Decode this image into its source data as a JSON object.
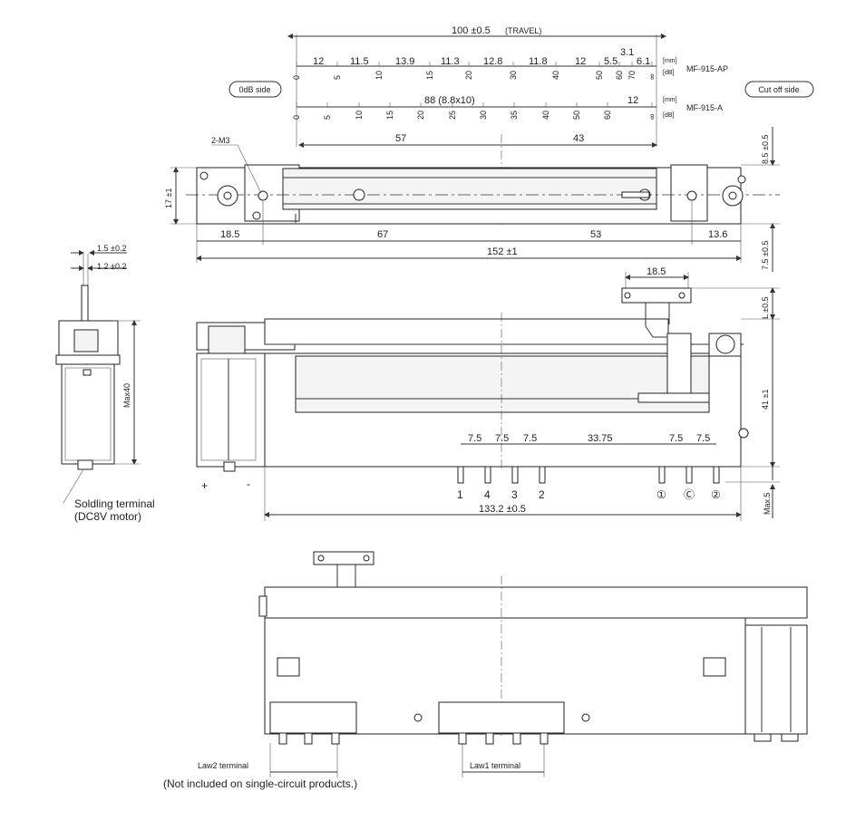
{
  "travel": {
    "label": "100 ±0.5",
    "note": "(TRAVEL)"
  },
  "ap_scale": {
    "segments": [
      "12",
      "11.5",
      "13.9",
      "11.3",
      "12.8",
      "11.8",
      "12",
      "5.5",
      "6.1"
    ],
    "extra": "3.1",
    "db_ticks": [
      "0",
      "5",
      "10",
      "15",
      "20",
      "30",
      "40",
      "50",
      "60",
      "70",
      "∞"
    ],
    "unit_mm": "[mm]",
    "unit_db": "[dB]",
    "model": "MF-915-AP"
  },
  "a_scale": {
    "segments": [
      "88 (8.8x10)",
      "12"
    ],
    "db_ticks": [
      "0",
      "5",
      "10",
      "15",
      "20",
      "25",
      "30",
      "35",
      "40",
      "50",
      "60",
      "∞"
    ],
    "unit_mm": "[mm]",
    "unit_db": "[dB]",
    "model": "MF-915-A"
  },
  "sides": {
    "left": "0dB side",
    "right": "Cut off side"
  },
  "top_view": {
    "hole_label": "2-M3",
    "dim_57": "57",
    "dim_43": "43",
    "dim_17": "17 ±1",
    "dim_85": "8.5 ±0.5",
    "dim_75": "7.5 ±0.5",
    "dim_185": "18.5",
    "dim_67": "67",
    "dim_53": "53",
    "dim_136": "13.6",
    "dim_152": "152 ±1"
  },
  "side_view": {
    "dim_15": "1.5 ±0.2",
    "dim_12": "1.2 ±0.2",
    "max40": "Max40",
    "solder_label_1": "Soldling terminal",
    "solder_label_2": "(DC8V motor)",
    "plus": "+",
    "minus": "-"
  },
  "front_view": {
    "dim_185b": "18.5",
    "dim_l": "L ±0.5",
    "dim_41": "41 ±1",
    "pitches": [
      "7.5",
      "7.5",
      "7.5",
      "33.75",
      "7.5",
      "7.5"
    ],
    "terminals": [
      "1",
      "4",
      "3",
      "2",
      "①",
      "Ⓒ",
      "②"
    ],
    "dim_1332": "133.2 ±0.5",
    "max5": "Max.5"
  },
  "bottom_view": {
    "law2": "Law2 terminal",
    "law1": "Law1 terminal",
    "note": "(Not included on single-circuit products.)"
  }
}
